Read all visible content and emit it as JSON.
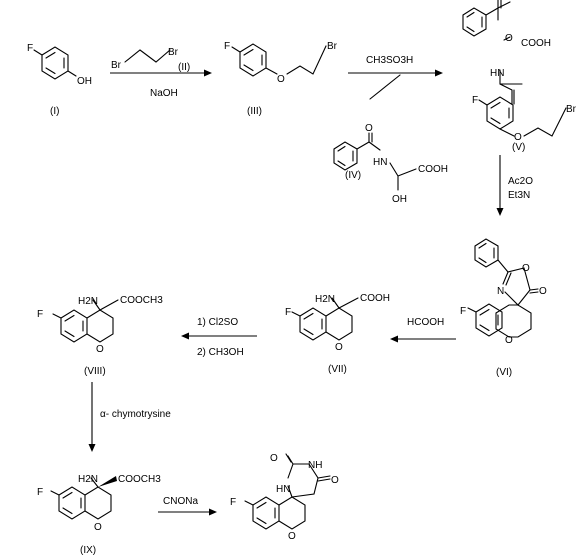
{
  "atoms": {
    "F": "F",
    "OH": "OH",
    "O": "O",
    "Br": "Br",
    "N": "N",
    "H": "H",
    "HN": "HN",
    "H2N": "H2N",
    "NH": "NH",
    "COOH": "COOH",
    "COOCH3": "COOCH3"
  },
  "compounds": {
    "c1": "(I)",
    "c2": "(II)",
    "c3": "(III)",
    "c4": "(IV)",
    "c5": "(V)",
    "c6": "(VI)",
    "c7": "(VII)",
    "c8": "(VIII)",
    "c9": "(IX)"
  },
  "reagents": {
    "naoh": "NaOH",
    "ch3so3h": "CH3SO3H",
    "ac2o": "Ac2O",
    "et3n": "Et3N",
    "hcooh": "HCOOH",
    "cl2so": "1) Cl2SO",
    "ch3oh": "2) CH3OH",
    "chymo": "α- chymotrysine",
    "cnona": "CNONa"
  }
}
